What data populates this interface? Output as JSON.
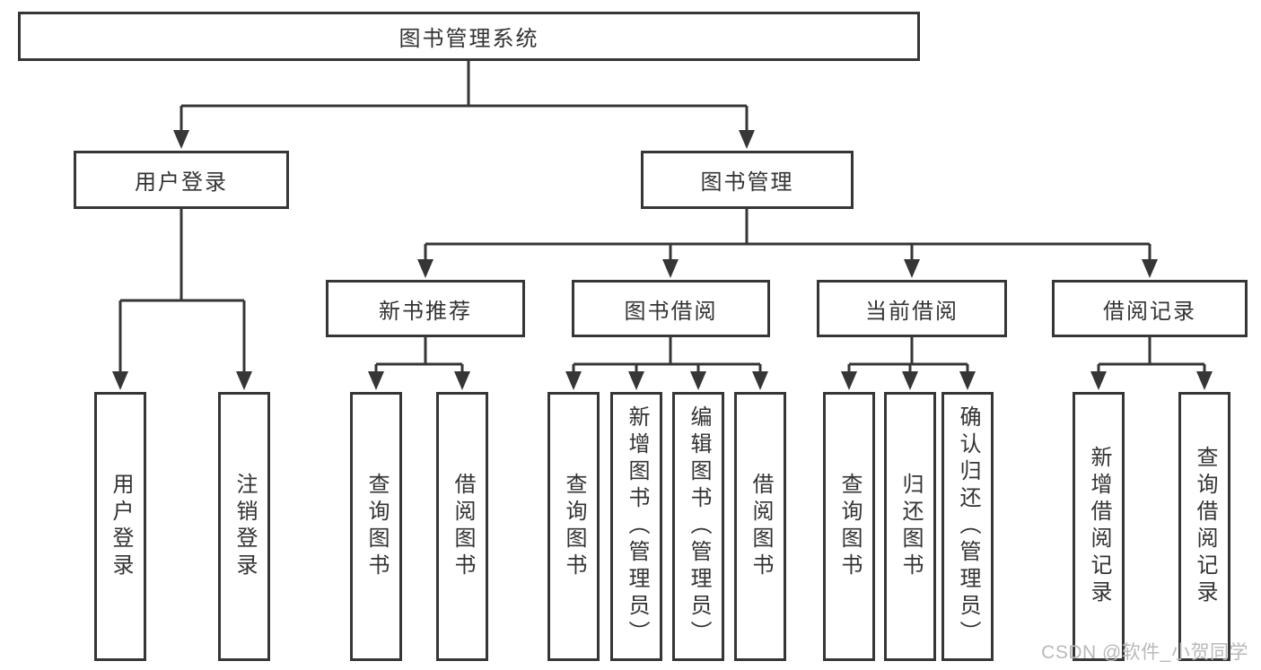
{
  "diagram": {
    "type": "hierarchy-tree",
    "colors": {
      "line": "#363636",
      "box_border": "#363636",
      "text": "#333333",
      "background": "#ffffff",
      "watermark": "#b9b9b9"
    }
  },
  "tree": {
    "label": "图书管理系统",
    "children": [
      {
        "label": "用户登录",
        "children": [
          {
            "label": "用户登录"
          },
          {
            "label": "注销登录"
          }
        ]
      },
      {
        "label": "图书管理",
        "children": [
          {
            "label": "新书推荐",
            "children": [
              {
                "label": "查询图书"
              },
              {
                "label": "借阅图书"
              }
            ]
          },
          {
            "label": "图书借阅",
            "children": [
              {
                "label": "查询图书"
              },
              {
                "label": "新增图书（管理员）"
              },
              {
                "label": "编辑图书（管理员）"
              },
              {
                "label": "借阅图书"
              }
            ]
          },
          {
            "label": "当前借阅",
            "children": [
              {
                "label": "查询图书"
              },
              {
                "label": "归还图书"
              },
              {
                "label": "确认归还（管理员）"
              }
            ]
          },
          {
            "label": "借阅记录",
            "children": [
              {
                "label": "新增借阅记录"
              },
              {
                "label": "查询借阅记录"
              }
            ]
          }
        ]
      }
    ]
  },
  "watermark": {
    "text": "CSDN @软件_小贺同学"
  }
}
